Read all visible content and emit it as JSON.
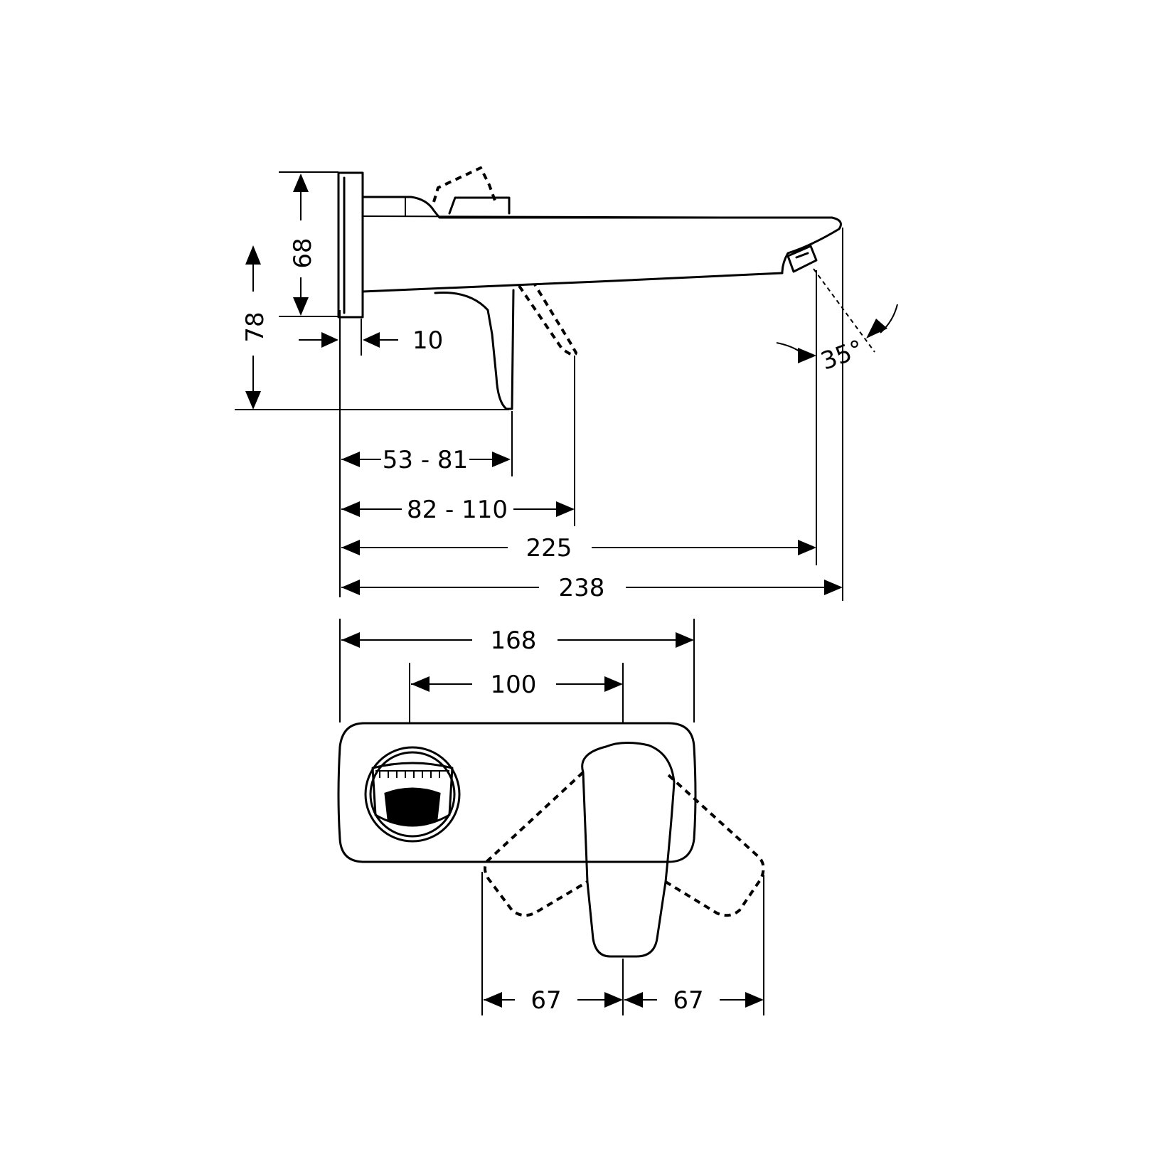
{
  "dimensions": {
    "backplate_height": "68",
    "outlet_height": "78",
    "backplate_depth": "10",
    "lever_projection": "53 - 81",
    "lever_reach": "82 - 110",
    "spout_outlet": "225",
    "overall_length": "238",
    "rosette_width": "168",
    "fixing_centres": "100",
    "swing_left": "67",
    "swing_right": "67",
    "spray_angle": "35°"
  }
}
